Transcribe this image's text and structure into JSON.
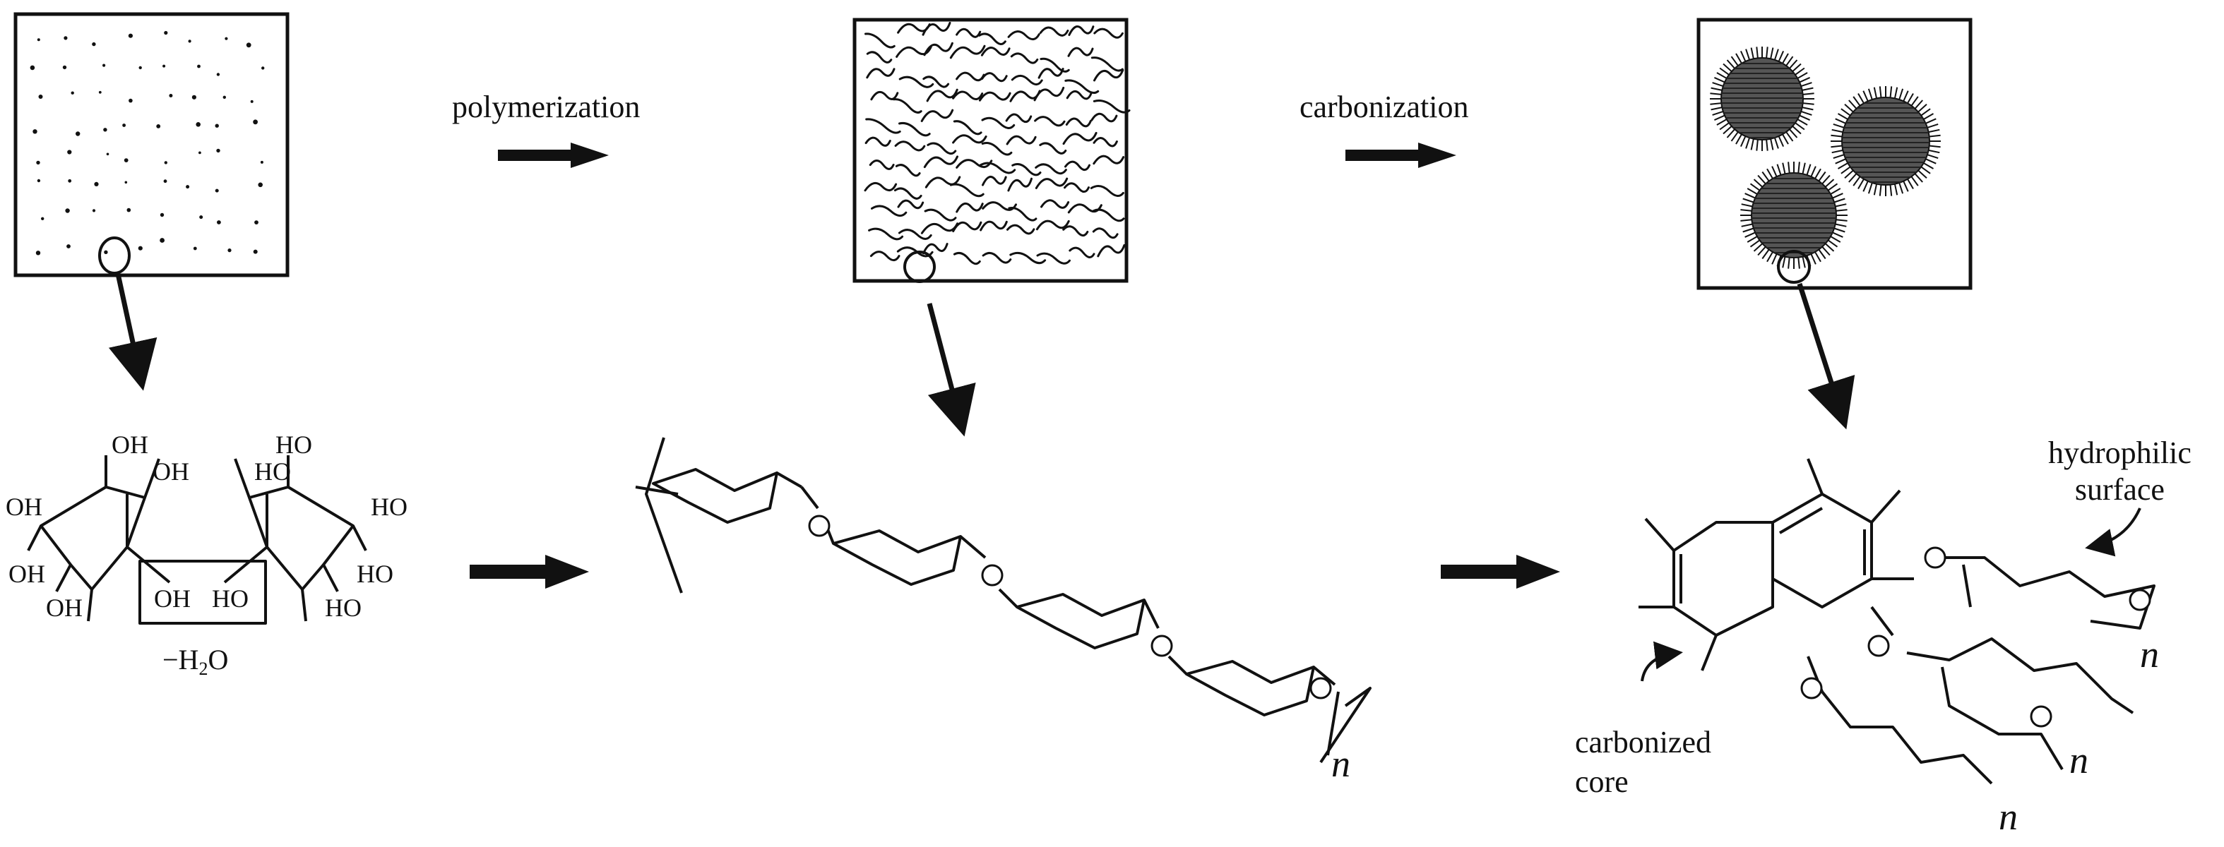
{
  "steps": {
    "polymerization": "polymerization",
    "carbonization": "carbonization"
  },
  "monomer": {
    "hydroxyl": "OH",
    "hydroxyl_rev": "HO",
    "condensation_part1": "−H",
    "condensation_sub": "2",
    "condensation_part2": "O"
  },
  "polymer": {
    "repeat_index": "n"
  },
  "sphere": {
    "hydrophilic_line1": "hydrophilic",
    "hydrophilic_line2": "surface",
    "core_line1": "carbonized",
    "core_line2": "core",
    "repeat_index": "n"
  },
  "colors": {
    "ink": "#111111",
    "core_fill": "#555555",
    "background": "#ffffff"
  }
}
